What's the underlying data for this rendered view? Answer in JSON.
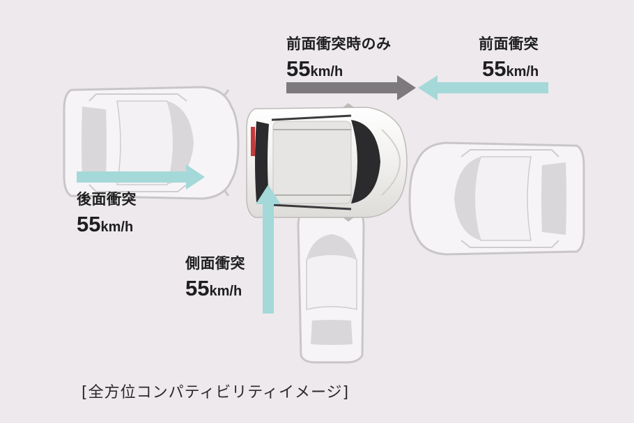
{
  "labels": {
    "front_offset": {
      "name": "前面衝突時のみ",
      "num": "55",
      "unit": "km/h"
    },
    "front": {
      "name": "前面衝突",
      "num": "55",
      "unit": "km/h"
    },
    "rear": {
      "name": "後面衝突",
      "num": "55",
      "unit": "km/h"
    },
    "side": {
      "name": "側面衝突",
      "num": "55",
      "unit": "km/h"
    }
  },
  "caption": "[全方位コンパティビリティイメージ]",
  "colors": {
    "background": "#ede9ed",
    "arrow_teal": "#a5d8d8",
    "arrow_gray": "#7d7a7d",
    "car_outline": "#c9c6c9",
    "car_glass": "#d9d7d9",
    "subject_car_body": "#f7f7f5",
    "subject_car_glass": "#2b2b2d"
  },
  "icons": [
    "arrow-right-icon",
    "arrow-left-icon",
    "arrow-up-icon",
    "sedan-outline-icon",
    "hatchback-car-icon"
  ]
}
